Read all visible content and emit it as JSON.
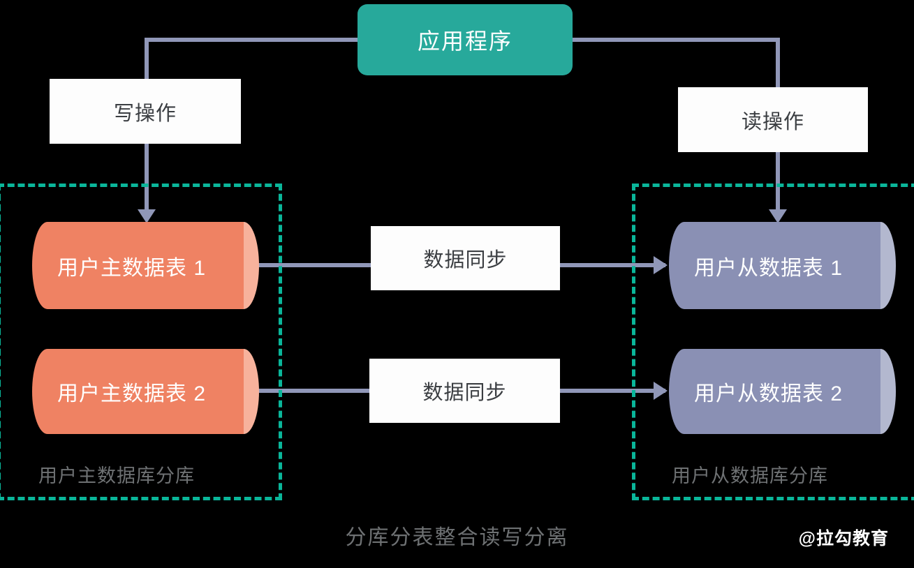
{
  "diagram": {
    "caption": "分库分表整合读写分离",
    "watermark": "@拉勾教育",
    "background_color": "#000000",
    "app": {
      "label": "应用程序",
      "color": "#27a99b"
    },
    "operations": {
      "write_label": "写操作",
      "read_label": "读操作",
      "box_color": "#fdfdfd",
      "text_color": "#3b3e42"
    },
    "sync": {
      "row1_label": "数据同步",
      "row2_label": "数据同步"
    },
    "shards": {
      "border_color": "#0ab69a",
      "left_label": "用户主数据库分库",
      "right_label": "用户从数据库分库",
      "label_color": "#6e7173"
    },
    "master_tables": [
      {
        "label": "用户主数据表 1",
        "color": "#ef8263",
        "cap_color": "#f7b29c"
      },
      {
        "label": "用户主数据表 2",
        "color": "#ef8263",
        "cap_color": "#f7b29c"
      }
    ],
    "slave_tables": [
      {
        "label": "用户从数据表 1",
        "color": "#8a90b4",
        "cap_color": "#b3b8cf"
      },
      {
        "label": "用户从数据表 2",
        "color": "#8a90b4",
        "cap_color": "#b3b8cf"
      }
    ],
    "connector_color": "#9097b8"
  }
}
